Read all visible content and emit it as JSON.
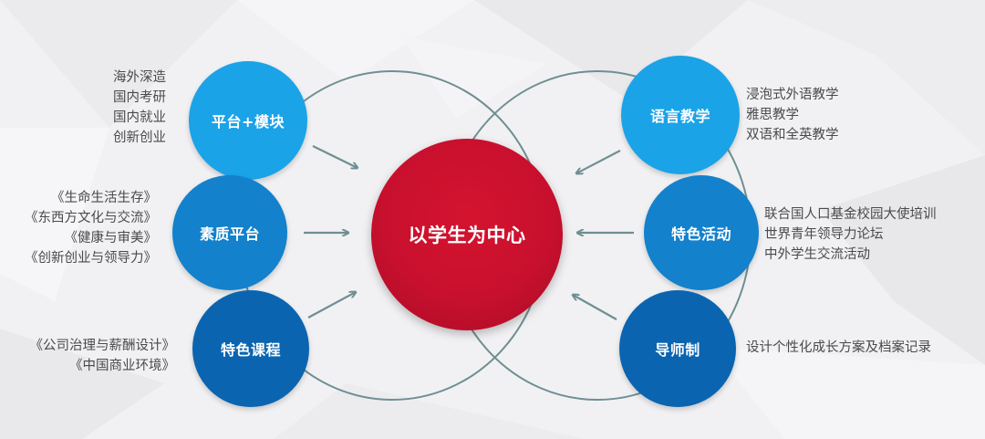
{
  "center": {
    "label": "以学生为中心",
    "color": "#c8102e"
  },
  "nodes": {
    "platform_module": {
      "label": "平台+模块",
      "notes": [
        "海外深造",
        "国内考研",
        "国内就业",
        "创新创业"
      ]
    },
    "quality_platform": {
      "label": "素质平台",
      "notes": [
        "《生命生活生存》",
        "《东西方文化与交流》",
        "《健康与审美》",
        "《创新创业与领导力》"
      ]
    },
    "special_courses": {
      "label": "特色课程",
      "notes": [
        "《公司治理与薪酬设计》",
        "《中国商业环境》"
      ]
    },
    "language_teaching": {
      "label": "语言教学",
      "notes": [
        "浸泡式外语教学",
        "雅思教学",
        "双语和全英教学"
      ]
    },
    "special_activities": {
      "label": "特色活动",
      "notes": [
        "联合国人口基金校园大使培训",
        "世界青年领导力论坛",
        "中外学生交流活动"
      ]
    },
    "mentor_system": {
      "label": "导师制",
      "notes": [
        "设计个性化成长方案及档案记录"
      ]
    }
  },
  "colors": {
    "light_blue": "#1ba3e8",
    "mid_blue": "#1381cc",
    "dark_blue": "#0b64b0",
    "arrow": "#6f8f92",
    "text": "#4a4a4a"
  }
}
